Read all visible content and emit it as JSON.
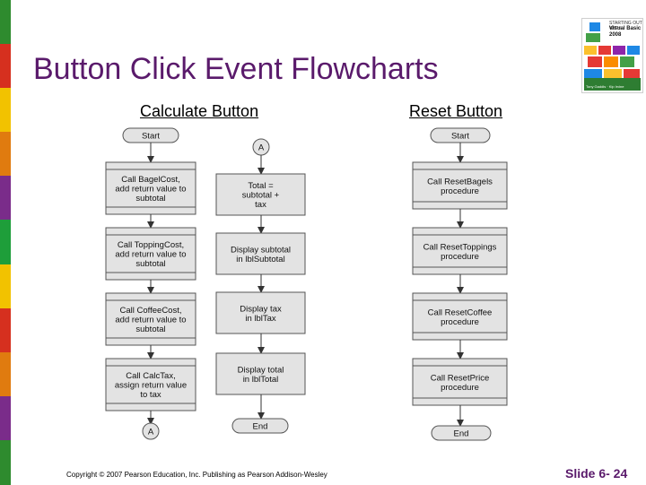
{
  "title": "Button Click Event Flowcharts",
  "headings": {
    "calculate": "Calculate Button",
    "reset": "Reset Button"
  },
  "logo": {
    "small_text": "STARTING OUT WITH",
    "product": "Visual Basic 2008",
    "footer": "Tony Gaddis · Kip Irvine"
  },
  "flow_calc_left": {
    "start": "Start",
    "steps": [
      [
        "Call BagelCost,",
        "add return value to",
        "subtotal"
      ],
      [
        "Call ToppingCost,",
        "add return value to",
        "subtotal"
      ],
      [
        "Call CoffeeCost,",
        "add return value to",
        "subtotal"
      ],
      [
        "Call CalcTax,",
        "assign return value",
        "to tax"
      ]
    ],
    "connector": "A"
  },
  "flow_calc_right": {
    "connector": "A",
    "steps": [
      [
        "Total =",
        "subtotal +",
        "tax"
      ],
      [
        "Display subtotal",
        "in lblSubtotal"
      ],
      [
        "Display tax",
        "in lblTax"
      ],
      [
        "Display total",
        "in lblTotal"
      ]
    ],
    "end": "End"
  },
  "flow_reset": {
    "start": "Start",
    "steps": [
      [
        "Call ResetBagels",
        "procedure"
      ],
      [
        "Call ResetToppings",
        "procedure"
      ],
      [
        "Call ResetCoffee",
        "procedure"
      ],
      [
        "Call ResetPrice",
        "procedure"
      ]
    ],
    "end": "End"
  },
  "colors": {
    "title": "#5a1a6b",
    "box_fill": "#e3e3e3",
    "box_stroke": "#555555",
    "stripes": [
      "#2e8b2e",
      "#d6301f",
      "#f2c200",
      "#e07b0f",
      "#7a2c8a",
      "#1e9e3a",
      "#f2c200",
      "#d6301f",
      "#e07b0f",
      "#7a2c8a",
      "#2e8b2e"
    ]
  },
  "footer": {
    "copyright": "Copyright © 2007 Pearson Education, Inc. Publishing as Pearson Addison-Wesley",
    "slide": "Slide 6- 24"
  }
}
